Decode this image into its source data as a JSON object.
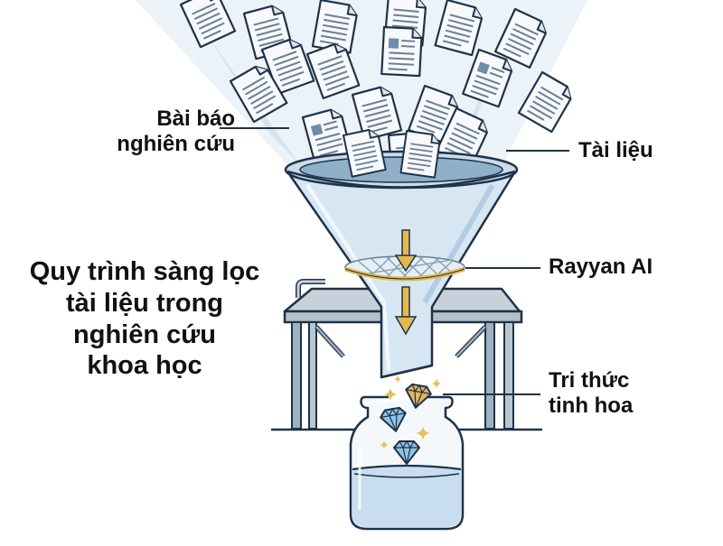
{
  "title": {
    "lines": [
      "Quy trình sàng lọc",
      "tài liệu trong",
      "nghiên cứu",
      "khoa học"
    ]
  },
  "labels": {
    "papers": [
      "Bài báo",
      "nghiên cứu"
    ],
    "documents": [
      "Tài liệu"
    ],
    "filter": [
      "Rayyan AI"
    ],
    "knowledge": [
      "Tri thức",
      "tinh hoa"
    ]
  },
  "colors": {
    "outline": "#1e3248",
    "paper": "#f7f9fc",
    "paper_line": "#6b7f93",
    "paper_thumb": "#6f8ca8",
    "funnel": "#d6e7f3",
    "funnel_dark": "#a9c7de",
    "arrow": "#e6b84f",
    "table_top": "#c7d1da",
    "table_leg": "#9fb0c0",
    "jar_liquid": "#c8def0",
    "diamond_blue": "#8fc3e6",
    "diamond_gold": "#e2b55c",
    "sparkle": "#e8c05a"
  }
}
